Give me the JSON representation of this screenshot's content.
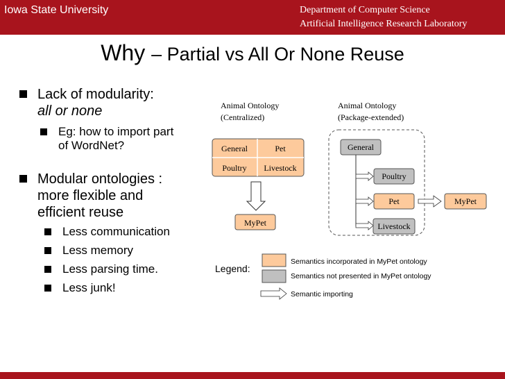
{
  "header": {
    "left": "Iowa State University",
    "right_line1": "Department of Computer Science",
    "right_line2": "Artificial Intelligence Research Laboratory"
  },
  "title": {
    "main": "Why",
    "sub": "– Partial vs All Or None Reuse"
  },
  "bullets": {
    "item1_line1": "Lack of modularity:",
    "item1_line2": "all or none",
    "sub1_line1": "Eg: how to import part",
    "sub1_line2": "of WordNet?",
    "item2_line1": "Modular ontologies :",
    "item2_line2": "more flexible and",
    "item2_line3": "efficient reuse",
    "sub2": [
      "Less communication",
      "Less memory",
      "Less parsing time.",
      "Less junk!"
    ]
  },
  "diagram": {
    "left_caption1": "Animal Ontology",
    "left_caption2": "(Centralized)",
    "right_caption1": "Animal Ontology",
    "right_caption2": "(Package-extended)",
    "cells": {
      "general": "General",
      "pet": "Pet",
      "poultry": "Poultry",
      "livestock": "Livestock"
    },
    "mypet": "MyPet",
    "pkg": {
      "general": "General",
      "poultry": "Poultry",
      "pet": "Pet",
      "livestock": "Livestock",
      "mypet": "MyPet"
    }
  },
  "legend": {
    "label": "Legend:",
    "incorporated": "Semantics incorporated  in MyPet ontology",
    "not_presented": "Semantics not presented in MyPet ontology",
    "importing": "Semantic importing"
  },
  "colors": {
    "brand": "#a8141d",
    "incorporated_fill": "#fdca9c",
    "not_presented_fill": "#c0c0c0"
  }
}
